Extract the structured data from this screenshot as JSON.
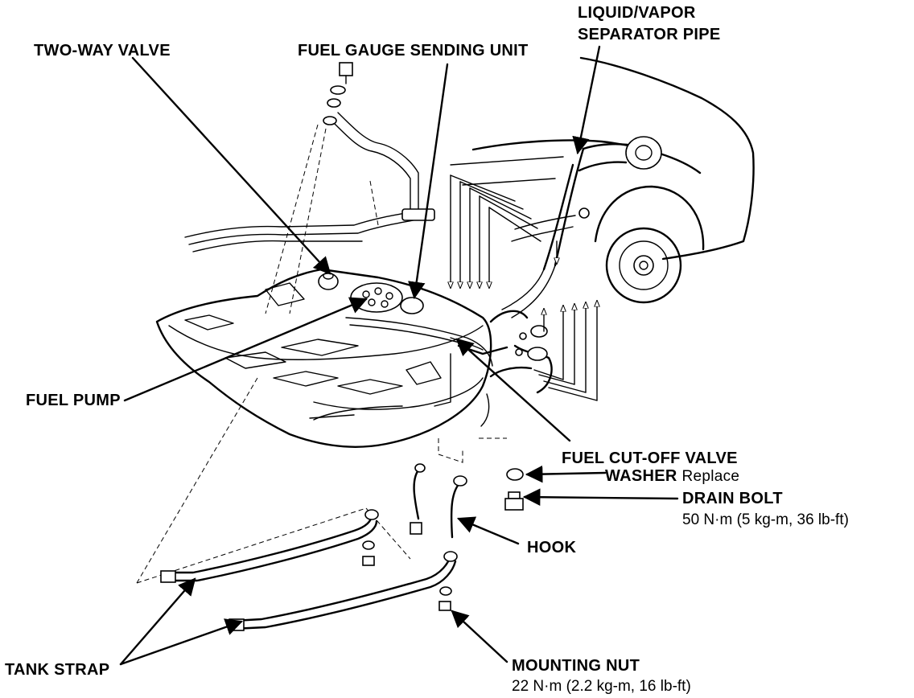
{
  "labels": {
    "two_way_valve": "TWO-WAY VALVE",
    "fuel_gauge_sending_unit": "FUEL GAUGE SENDING UNIT",
    "liquid_vapor_line1": "LIQUID/VAPOR",
    "liquid_vapor_line2": "SEPARATOR PIPE",
    "fuel_pump": "FUEL PUMP",
    "fuel_cutoff_valve": "FUEL CUT-OFF VALVE",
    "washer": "WASHER",
    "washer_note": "Replace",
    "drain_bolt": "DRAIN BOLT",
    "drain_bolt_torque": "50 N·m (5 kg-m, 36 lb-ft)",
    "hook": "HOOK",
    "tank_strap": "TANK STRAP",
    "mounting_nut": "MOUNTING NUT",
    "mounting_nut_torque": "22 N·m (2.2 kg-m, 16 lb-ft)"
  },
  "style": {
    "ink_color": "#000000",
    "background_color": "#ffffff"
  }
}
